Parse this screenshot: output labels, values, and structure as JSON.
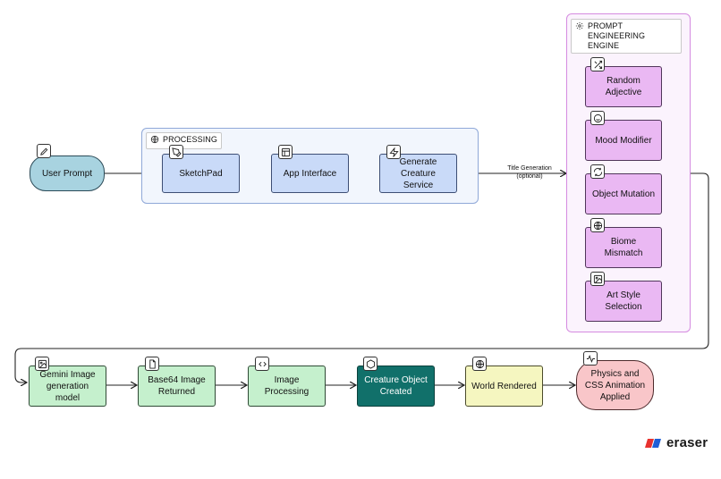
{
  "groups": {
    "processing": "PROCESSING",
    "prompt_engine": "PROMPT ENGINEERING ENGINE"
  },
  "nodes": {
    "user_prompt": "User Prompt",
    "sketchpad": "SketchPad",
    "app_interface": "App Interface",
    "generate_creature_service": "Generate Creature Service",
    "random_adjective": "Random Adjective",
    "mood_modifier": "Mood Modifier",
    "object_mutation": "Object Mutation",
    "biome_mismatch": "Biome Mismatch",
    "art_style_selection": "Art Style Selection",
    "gemini_image_model": "Gemini Image generation model",
    "base64_image_returned": "Base64 Image Returned",
    "image_processing": "Image Processing",
    "creature_object_created": "Creature Object Created",
    "world_rendered": "World Rendered",
    "physics_css_animation": "Physics and CSS Animation Applied"
  },
  "edge_labels": {
    "title_generation_line1": "Title Generation",
    "title_generation_line2": "(optional)"
  },
  "icons": {
    "user_prompt": "pencil-icon",
    "sketchpad": "pen-tool-icon",
    "app_interface": "layout-icon",
    "generate_creature_service": "zap-icon",
    "random_adjective": "shuffle-icon",
    "mood_modifier": "smile-icon",
    "object_mutation": "refresh-icon",
    "biome_mismatch": "globe-icon",
    "art_style_selection": "image-icon",
    "gemini_image_model": "image-icon",
    "base64_image_returned": "file-icon",
    "image_processing": "code-icon",
    "creature_object_created": "hexagon-icon",
    "world_rendered": "globe-icon",
    "physics_css_animation": "activity-icon"
  },
  "colors": {
    "processing_fill": "#f2f6fd",
    "prompt_engine_fill": "#fbf3fd",
    "blue_node": "#c9daf8",
    "purple_node": "#eab8f3",
    "green_node": "#c5f0cd",
    "teal_node": "#11706a",
    "yellow_node": "#f5f6c0",
    "pink_node": "#f9c6c9"
  },
  "brand": {
    "name": "eraser"
  }
}
